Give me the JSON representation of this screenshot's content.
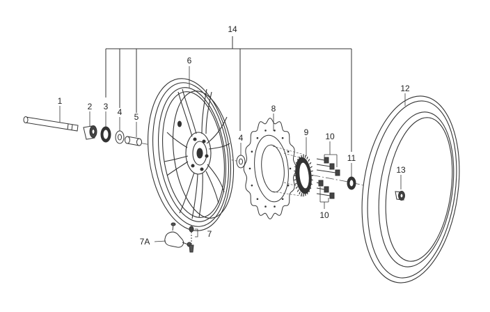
{
  "diagram": {
    "callouts": {
      "c1": "1",
      "c2": "2",
      "c3": "3",
      "c4a": "4",
      "c4b": "4",
      "c5": "5",
      "c6": "6",
      "c7": "7",
      "c7a": "7A",
      "c8": "8",
      "c9": "9",
      "c10a": "10",
      "c10b": "10",
      "c11": "11",
      "c12": "12",
      "c13": "13",
      "c14": "14"
    },
    "colors": {
      "line": "#333333",
      "part_fill": "#ffffff",
      "dark": "#222222"
    }
  }
}
